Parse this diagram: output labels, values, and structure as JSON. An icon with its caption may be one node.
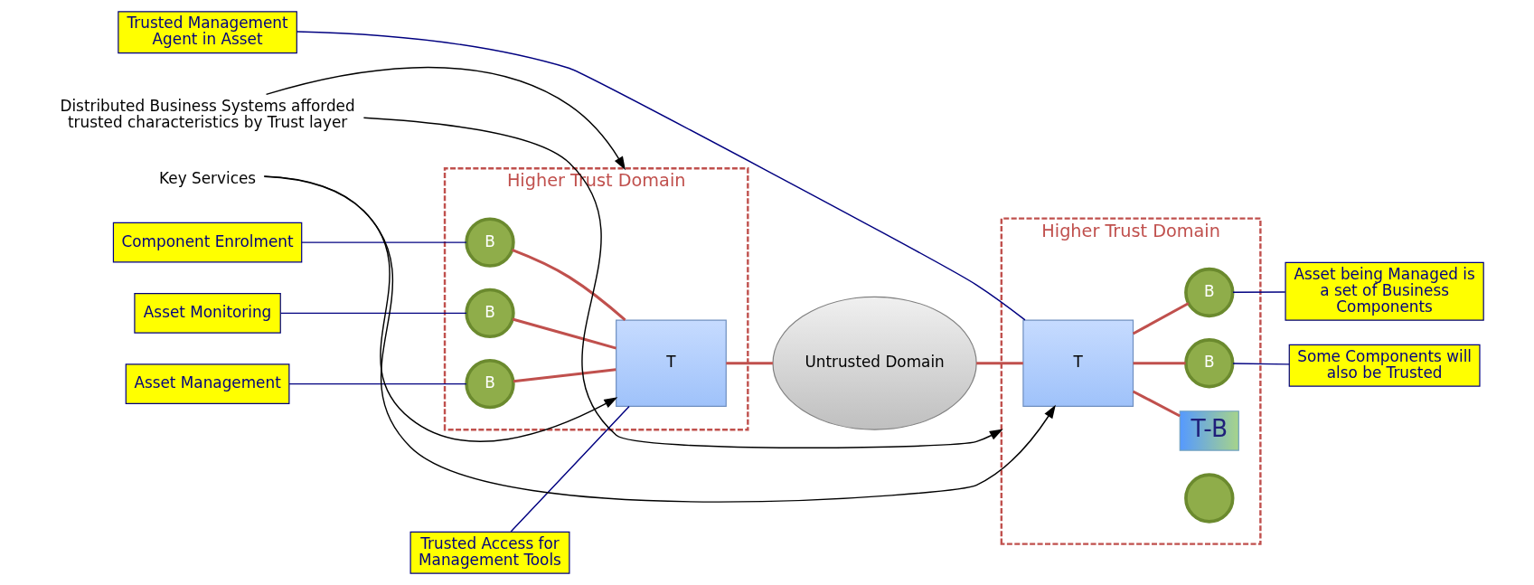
{
  "diagram": {
    "nodes": [
      {
        "text": [
          "Higher Trust Domain"
        ]
      },
      {
        "text": [
          "B"
        ],
        "in": 0
      },
      {
        "text": [
          "B"
        ],
        "in": 0
      },
      {
        "text": [
          "B"
        ],
        "in": 0
      },
      {
        "text": [
          "T"
        ],
        "in": 0
      },
      {
        "text": [
          "Untrusted Domain"
        ]
      },
      {
        "text": [
          "Higher Trust Domain"
        ]
      },
      {
        "text": [
          "T"
        ],
        "in": 6
      },
      {
        "text": [
          "B"
        ],
        "in": 6
      },
      {
        "text": [],
        "shape": "circle",
        "in": 6
      },
      {
        "text": [
          "T-B"
        ],
        "in": 6
      },
      {
        "text": [
          "B"
        ],
        "in": 6
      },
      {
        "text": [
          "Component Enrolment"
        ]
      },
      {
        "text": [
          "Asset Monitoring"
        ]
      },
      {
        "text": [
          "Asset Management"
        ]
      },
      {
        "text": [
          "Trusted Access for Management Tools"
        ]
      },
      {
        "text": [
          "Asset being Managed is a set of Business Components"
        ]
      },
      {
        "text": [
          "Some Components will also be Trusted"
        ]
      },
      {
        "text": [
          "Trusted Management Agent in Asset"
        ]
      },
      {
        "text": [
          "Distributed Business Systems afforded trusted characteristics by Trust layer"
        ]
      },
      {
        "text": [
          "Key Services"
        ]
      }
    ],
    "edges": [
      {
        "from": 1,
        "to": 4,
        "arrow": "none"
      },
      {
        "from": 2,
        "to": 4,
        "arrow": "none"
      },
      {
        "from": 3,
        "to": 4,
        "arrow": "none"
      },
      {
        "from": 4,
        "to": 5,
        "arrow": "none"
      },
      {
        "from": 5,
        "to": 7,
        "arrow": "none"
      },
      {
        "from": 7,
        "to": 8,
        "arrow": "none"
      },
      {
        "from": 7,
        "to": 10,
        "arrow": "none"
      },
      {
        "from": 7,
        "to": 11,
        "arrow": "none"
      },
      {
        "from": 12,
        "to": 1,
        "arrow": "none",
        "color": "#000080"
      },
      {
        "from": 13,
        "to": 2,
        "arrow": "none",
        "color": "#000080"
      },
      {
        "from": 14,
        "to": 3,
        "arrow": "none",
        "color": "#000080"
      },
      {
        "from": 15,
        "to": 4,
        "arrow": "none",
        "color": "#000080"
      },
      {
        "from": 16,
        "to": 8,
        "arrow": "none",
        "color": "#000080"
      },
      {
        "from": 17,
        "to": 11,
        "arrow": "none",
        "color": "#000080"
      },
      {
        "from": 18,
        "to": 7,
        "arrow": "none",
        "color": "#000080"
      },
      {
        "from": 19,
        "to": 0,
        "arrow": "to",
        "color": "#000000"
      },
      {
        "from": 19,
        "to": 6,
        "arrow": "to",
        "color": "#000000"
      },
      {
        "from": 20,
        "to": 4,
        "arrow": "to",
        "color": "#000000"
      },
      {
        "from": 20,
        "to": 7,
        "arrow": "to",
        "color": "#000000"
      }
    ]
  }
}
